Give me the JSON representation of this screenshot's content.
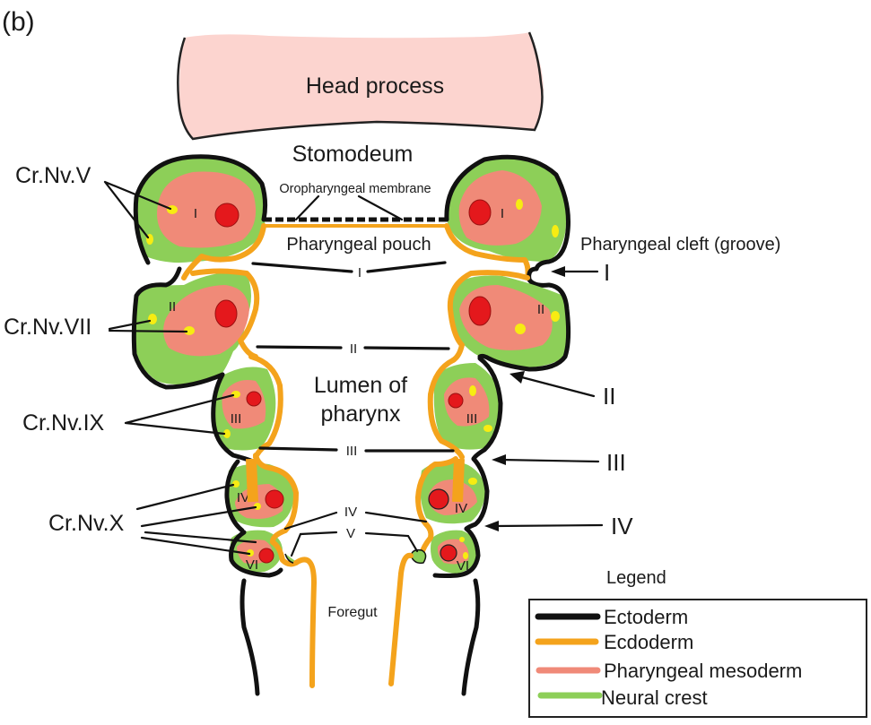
{
  "panel_label": "(b)",
  "colors": {
    "ectoderm": "#111111",
    "endoderm": "#f4a31c",
    "mesoderm": "#f08a78",
    "neural_crest": "#8dcf58",
    "head_process": "#fcd4cf",
    "artery": "#e4181c",
    "nerve": "#f7ec12"
  },
  "labels": {
    "head_process": "Head process",
    "stomodeum": "Stomodeum",
    "oropharyngeal_membrane": "Oropharyngeal membrane",
    "pharyngeal_pouch": "Pharyngeal pouch",
    "pharyngeal_cleft": "Pharyngeal cleft (groove)",
    "lumen_line1": "Lumen of",
    "lumen_line2": "pharynx",
    "foregut": "Foregut"
  },
  "cranial_nerves": [
    {
      "label": "Cr.Nv.V",
      "arch": "I"
    },
    {
      "label": "Cr.Nv.VII",
      "arch": "II"
    },
    {
      "label": "Cr.Nv.IX",
      "arch": "III"
    },
    {
      "label": "Cr.Nv.X",
      "arch": "IV / VI"
    }
  ],
  "arches": {
    "left": [
      "I",
      "II",
      "III",
      "IV",
      "VI"
    ],
    "right": [
      "I",
      "II",
      "III",
      "IV",
      "VI"
    ]
  },
  "pouches": [
    "I",
    "II",
    "III",
    "IV",
    "V"
  ],
  "clefts": [
    "I",
    "II",
    "III",
    "IV"
  ],
  "legend": {
    "title": "Legend",
    "items": [
      {
        "label": "Ectoderm",
        "color": "#111111"
      },
      {
        "label": "Ecdoderm",
        "color": "#f4a31c"
      },
      {
        "label": "Pharyngeal mesoderm",
        "color": "#f08a78"
      },
      {
        "label": "Neural crest",
        "color": "#8dcf58"
      }
    ]
  }
}
